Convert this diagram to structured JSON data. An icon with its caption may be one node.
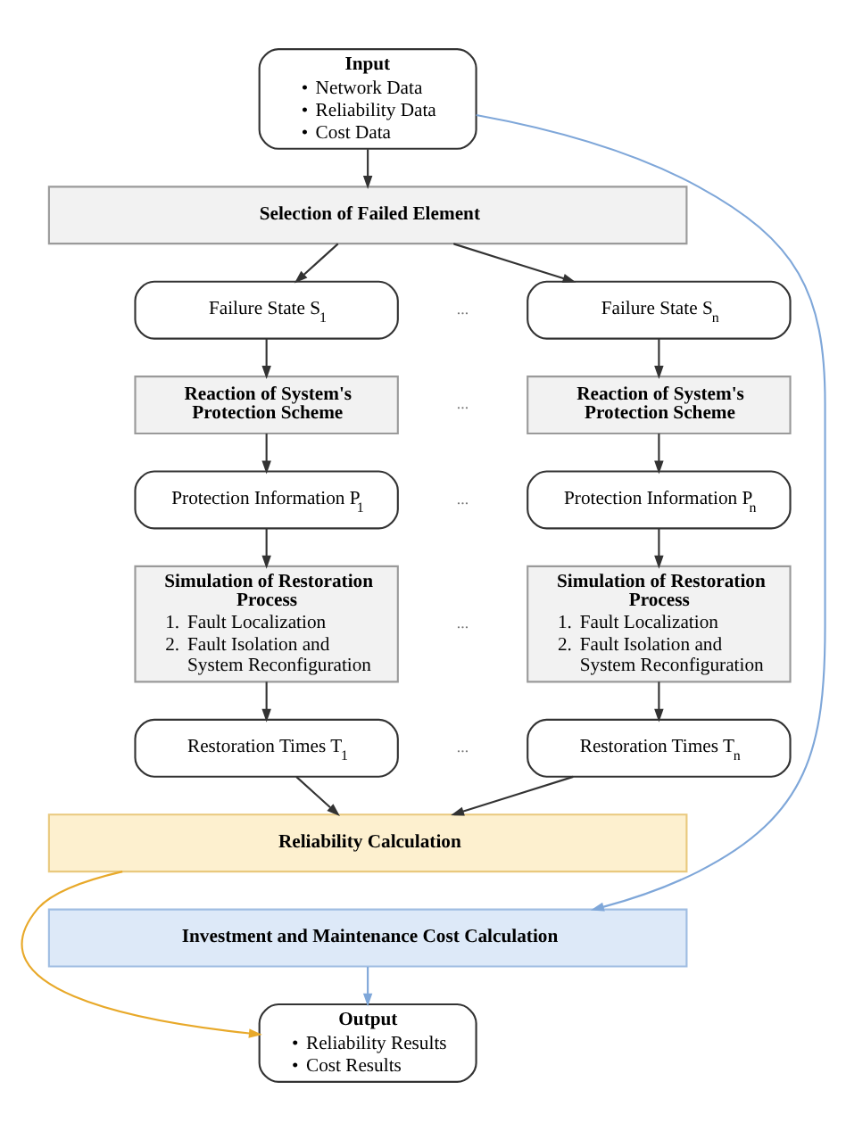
{
  "diagram": {
    "nodes": [
      {
        "text": [
          "Input",
          "• Network Data",
          "• Reliability Data",
          "• Cost Data"
        ]
      },
      {
        "text": [
          "Selection of Failed Element"
        ]
      },
      {
        "text": [
          "Failure State S$_{1}$"
        ]
      },
      {
        "text": [
          "Failure State S$_{n}$"
        ]
      },
      {
        "text": [
          "Reaction of System's Protection Scheme"
        ]
      },
      {
        "text": [
          "Reaction of System's Protection Scheme"
        ]
      },
      {
        "text": [
          "Protection Information P$_{1}$"
        ]
      },
      {
        "text": [
          "Protection Information P$_{n}$"
        ]
      },
      {
        "text": [
          "Simulation of Restoration Process",
          "1. Fault Localization",
          "2. Fault Isolation and System Reconfiguration"
        ]
      },
      {
        "text": [
          "Simulation of Restoration Process",
          "1. Fault Localization",
          "2. Fault Isolation and System Reconfiguration"
        ]
      },
      {
        "text": [
          "Restoration Times T$_{1}$"
        ]
      },
      {
        "text": [
          "Restoration Times T$_{n}$"
        ]
      },
      {
        "text": [
          "Reliability Calculation"
        ]
      },
      {
        "text": [
          "Investment and Maintenance Cost Calculation"
        ]
      },
      {
        "text": [
          "Output",
          "• Reliability Results",
          "• Cost Results"
        ]
      }
    ],
    "edges": [
      {
        "from": 0,
        "to": 1,
        "arrow": "to"
      },
      {
        "from": 1,
        "to": 2,
        "arrow": "to"
      },
      {
        "from": 1,
        "to": 3,
        "arrow": "to"
      },
      {
        "from": 2,
        "to": 4,
        "arrow": "to"
      },
      {
        "from": 3,
        "to": 5,
        "arrow": "to"
      },
      {
        "from": 4,
        "to": 6,
        "arrow": "to"
      },
      {
        "from": 5,
        "to": 7,
        "arrow": "to"
      },
      {
        "from": 6,
        "to": 8,
        "arrow": "to"
      },
      {
        "from": 7,
        "to": 9,
        "arrow": "to"
      },
      {
        "from": 8,
        "to": 10,
        "arrow": "to"
      },
      {
        "from": 9,
        "to": 11,
        "arrow": "to"
      },
      {
        "from": 10,
        "to": 12,
        "arrow": "to"
      },
      {
        "from": 11,
        "to": 12,
        "arrow": "to"
      },
      {
        "from": 0,
        "to": 13,
        "arrow": "to",
        "color": "#7fa7d9"
      },
      {
        "from": 12,
        "to": 14,
        "arrow": "to",
        "color": "#e8a92a"
      },
      {
        "from": 13,
        "to": 14,
        "arrow": "to",
        "color": "#7fa7d9"
      }
    ],
    "labels": [
      "...",
      "...",
      "...",
      "...",
      "..."
    ]
  }
}
